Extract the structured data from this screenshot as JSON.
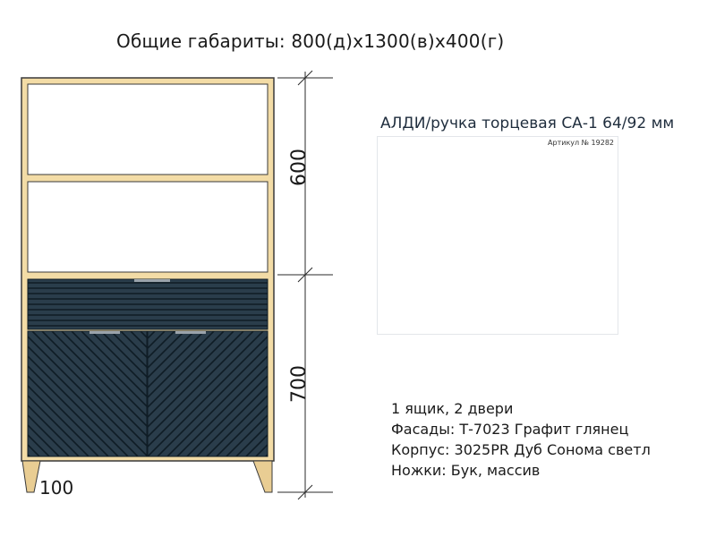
{
  "title": "Общие габариты: 800(д)х1300(в)х400(г)",
  "dimensions": {
    "upper": "600",
    "lower": "700",
    "legs": "100"
  },
  "product": {
    "title": "АЛДИ/ручка торцевая СА-1 64/92 мм",
    "article": "Артикул № 19282"
  },
  "specs": [
    "1 ящик, 2 двери",
    "Фасады: Т-7023 Графит глянец",
    "Корпус: 3025PR Дуб Сонома светл",
    "Ножки: Бук, массив"
  ],
  "colors": {
    "carcass": "#f3dca6",
    "carcass_edge": "#3a3a3a",
    "facade": "#2a3d4b",
    "facade_line": "#0f1c25",
    "legs": "#e9cd93",
    "handle_metal": "#c9ced3"
  }
}
